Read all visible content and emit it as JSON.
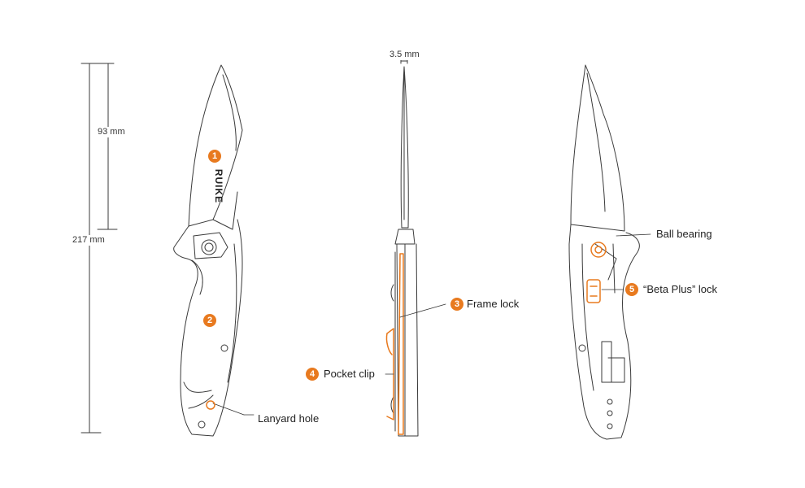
{
  "dimensions": {
    "blade_thickness": "3.5 mm",
    "blade_length": "93 mm",
    "overall_length": "217 mm"
  },
  "brand_mark": "RUIKE",
  "callouts": [
    {
      "number": "1",
      "label": ""
    },
    {
      "number": "2",
      "label": ""
    },
    {
      "number": "3",
      "label": "Frame lock"
    },
    {
      "number": "4",
      "label": "Pocket clip"
    },
    {
      "number": "5",
      "label": "“Beta Plus” lock"
    }
  ],
  "labels": {
    "lanyard_hole": "Lanyard hole",
    "ball_bearing": "Ball bearing"
  },
  "colors": {
    "accent": "#e87a1f",
    "line": "#3a3a3a"
  }
}
